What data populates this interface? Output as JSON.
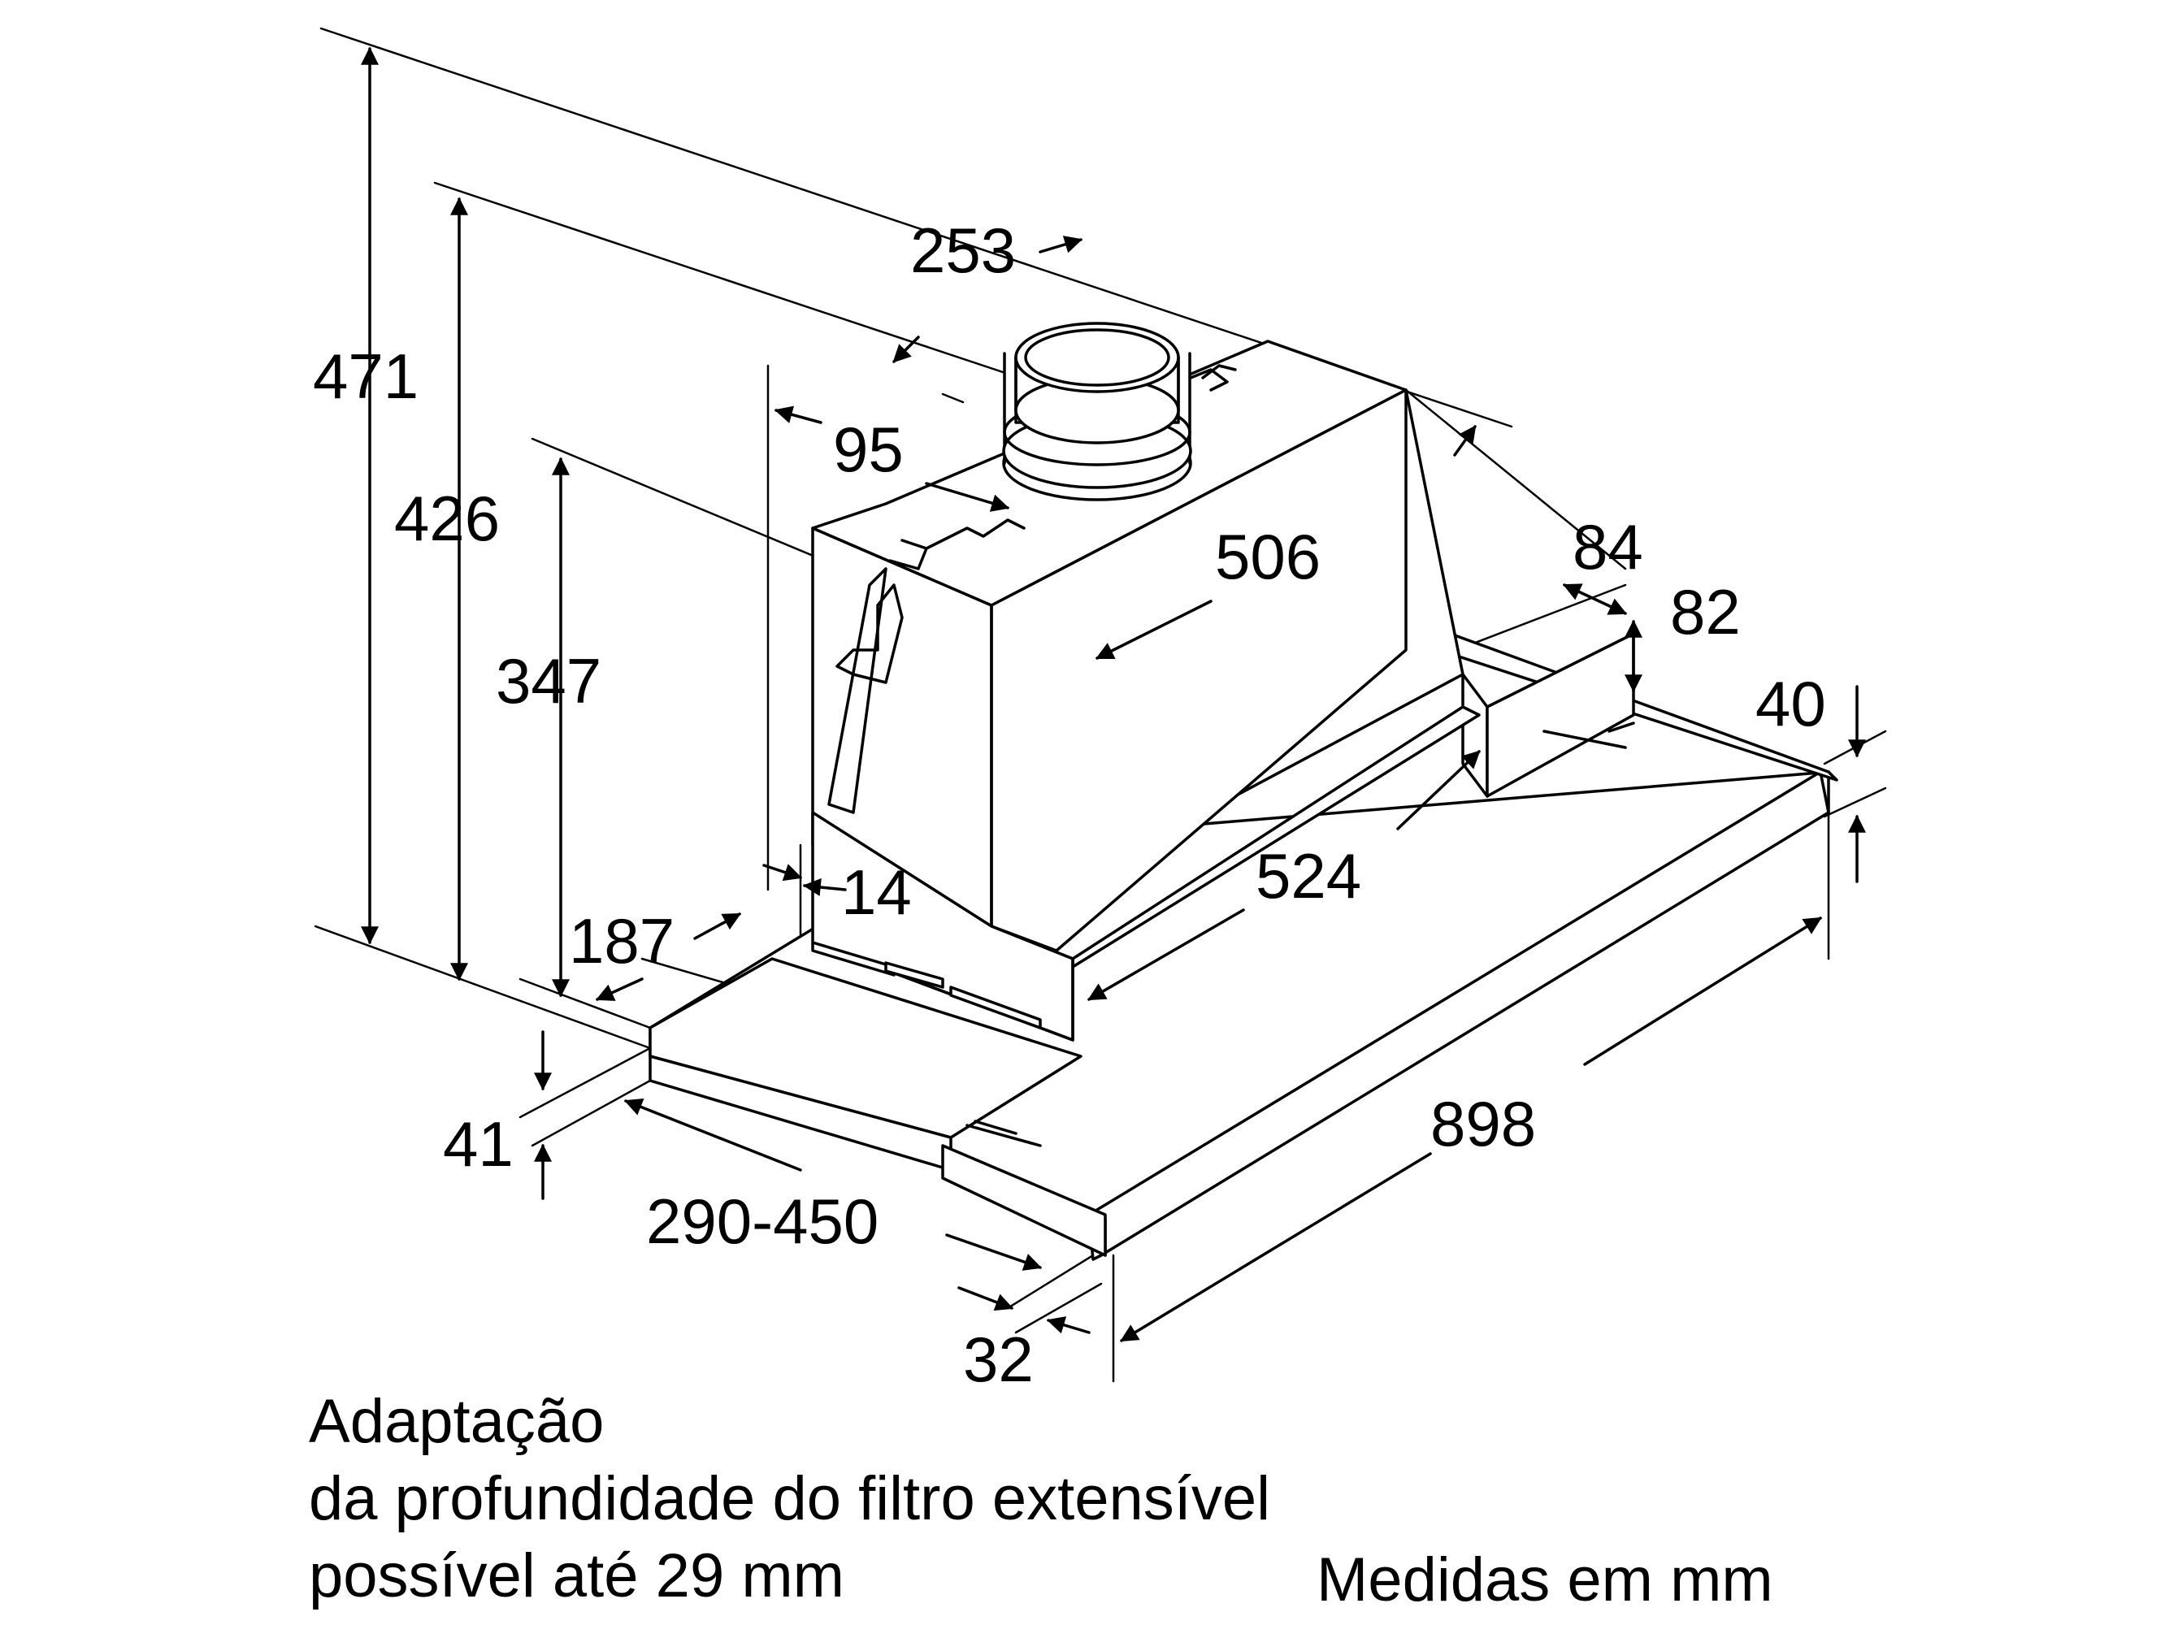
{
  "dimensions": {
    "d253": "253",
    "d471": "471",
    "d426": "426",
    "d95": "95",
    "d506": "506",
    "d347": "347",
    "d84": "84",
    "d82": "82",
    "d40": "40",
    "d14": "14",
    "d524": "524",
    "d187": "187",
    "d898": "898",
    "d41": "41",
    "d290_450": "290-450",
    "d32": "32"
  },
  "note": {
    "line1": "Adaptação",
    "line2": "da profundidade do filtro extensível",
    "line3": "possível até 29 mm"
  },
  "units_label": "Medidas em mm"
}
